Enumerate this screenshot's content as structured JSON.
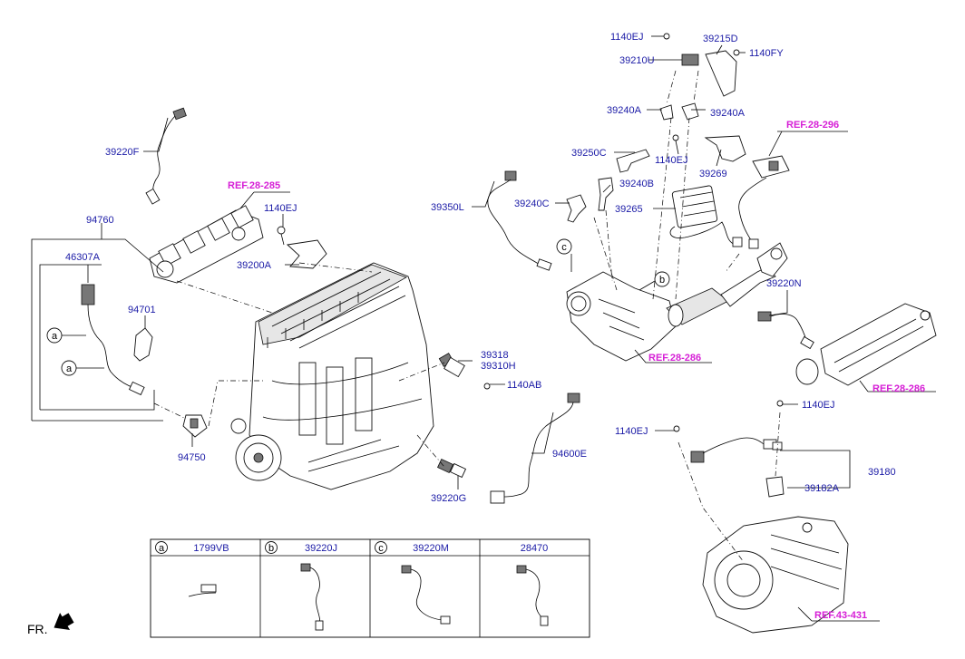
{
  "labels": {
    "p39220F": "39220F",
    "p94760": "94760",
    "p46307A": "46307A",
    "p94701": "94701",
    "p94750": "94750",
    "p1140EJ_a": "1140EJ",
    "p39200A": "39200A",
    "p39318": "39318",
    "p39310H": "39310H",
    "p1140AB": "1140AB",
    "p94600E": "94600E",
    "p39220G": "39220G",
    "p39350L": "39350L",
    "p39240C": "39240C",
    "p39240B": "39240B",
    "p39265": "39265",
    "p39250C": "39250C",
    "p1140EJ_b": "1140EJ",
    "p39269": "39269",
    "p39240A_l": "39240A",
    "p39240A_r": "39240A",
    "p39210U": "39210U",
    "p1140EJ_c": "1140EJ",
    "p39215D": "39215D",
    "p1140FY": "1140FY",
    "p39220N": "39220N",
    "p1140EJ_d": "1140EJ",
    "p1140EJ_e": "1140EJ",
    "p39180": "39180",
    "p39182A": "39182A"
  },
  "refs": {
    "r285": "REF.28-285",
    "r296": "REF.28-296",
    "r286a": "REF.28-286",
    "r286b": "REF.28-286",
    "r431": "REF.43-431"
  },
  "callouts": {
    "a": "a",
    "b": "b",
    "c": "c"
  },
  "legend": [
    {
      "letter": "a",
      "part": "1799VB"
    },
    {
      "letter": "b",
      "part": "39220J"
    },
    {
      "letter": "c",
      "part": "39220M"
    },
    {
      "letter": "",
      "part": "28470"
    }
  ],
  "orientation": {
    "label": "FR."
  },
  "colors": {
    "part_number": "#1a1aa6",
    "reference": "#d61fd6",
    "line": "#000000"
  }
}
